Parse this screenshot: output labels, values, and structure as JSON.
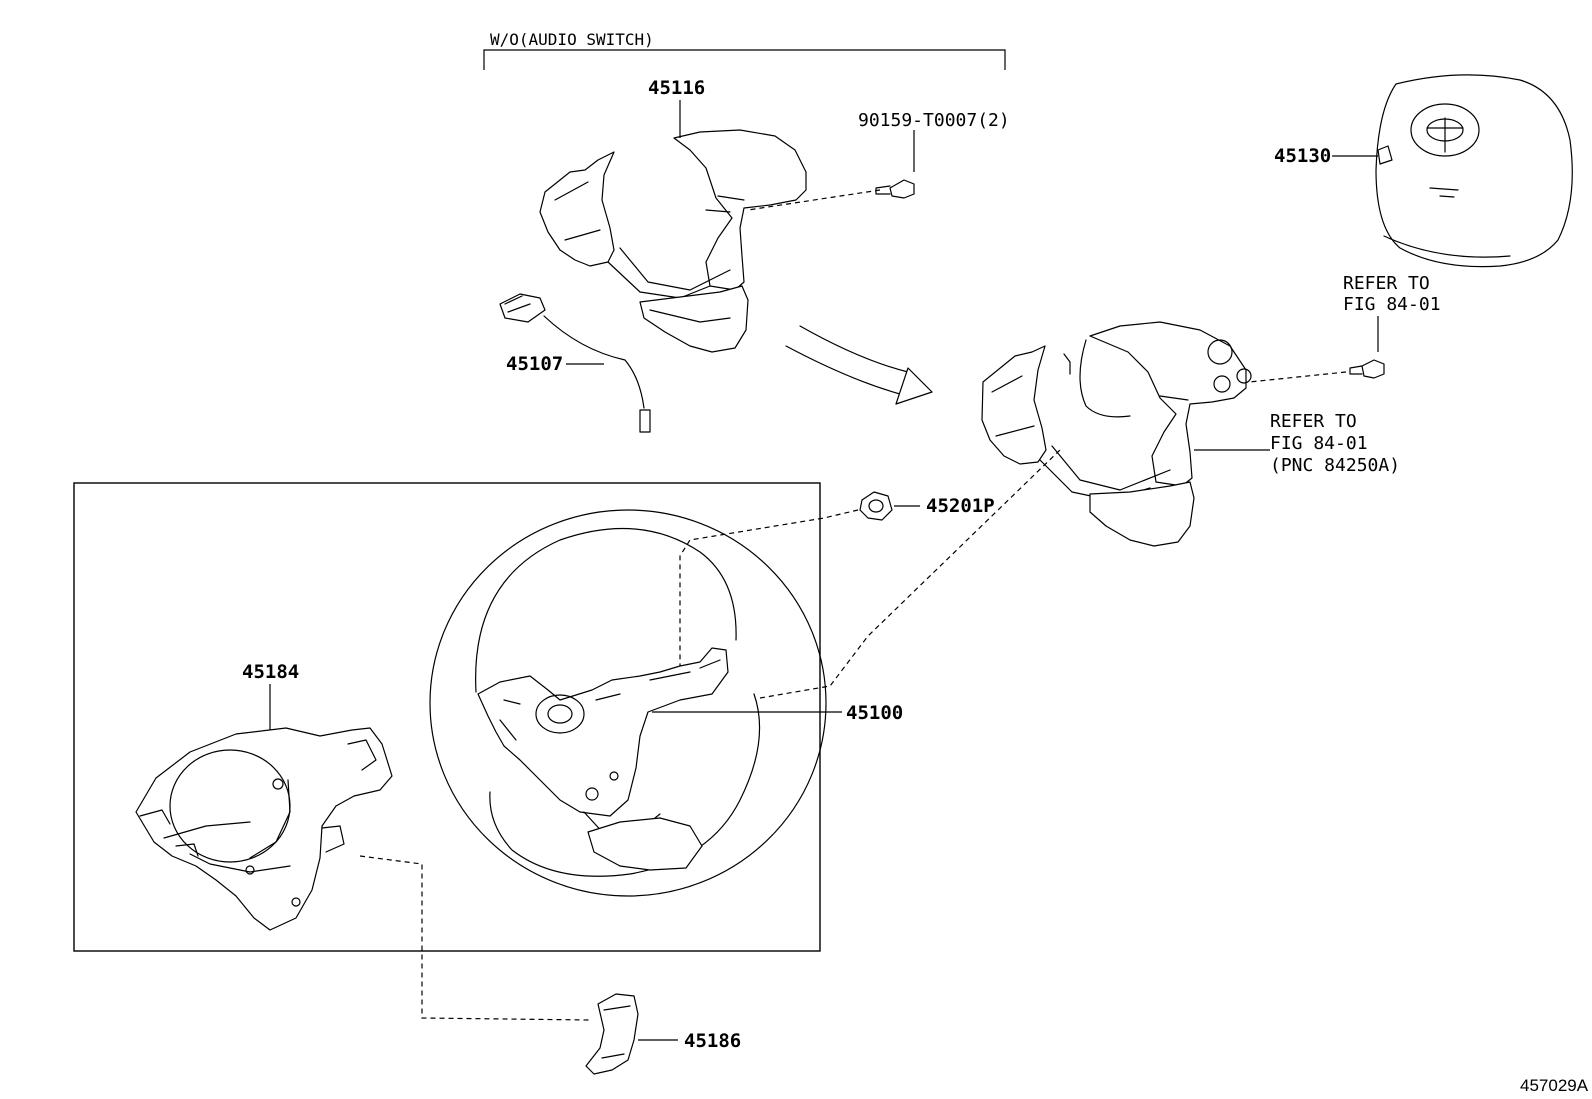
{
  "diagram": {
    "bracket_label": "W/O(AUDIO SWITCH)",
    "drawing_id": "457029A",
    "parts": {
      "p45116": "45116",
      "p90159": "90159-T0007(2)",
      "p45130": "45130",
      "p45107": "45107",
      "p45201p": "45201P",
      "p45184": "45184",
      "p45100": "45100",
      "p45186": "45186"
    },
    "notes": {
      "refer_top_line1": "REFER TO",
      "refer_top_line2": "FIG 84-01",
      "refer_mid_line1": "REFER TO",
      "refer_mid_line2": "FIG 84-01",
      "refer_mid_line3": "(PNC 84250A)"
    }
  }
}
